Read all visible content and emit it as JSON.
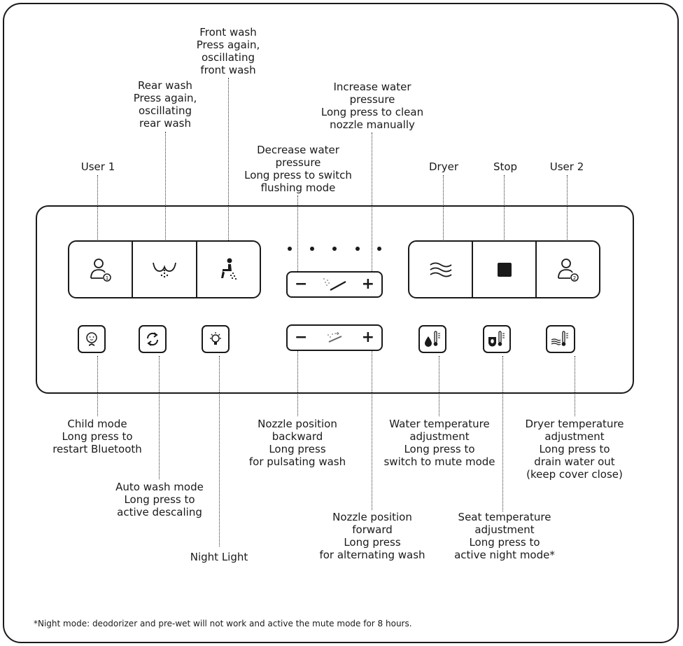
{
  "labels": {
    "user1": "User 1",
    "rear_wash": "Rear wash\nPress again,\noscillating\nrear wash",
    "front_wash": "Front wash\nPress again,\noscillating\nfront wash",
    "decrease_pressure": "Decrease water\npressure\nLong press to switch\nflushing mode",
    "increase_pressure": "Increase water\npressure\nLong press to clean\nnozzle manually",
    "dryer": "Dryer",
    "stop": "Stop",
    "user2": "User 2",
    "child_mode": "Child mode\nLong press to\nrestart Bluetooth",
    "auto_wash": "Auto wash mode\nLong press to\nactive descaling",
    "night_light": "Night Light",
    "nozzle_backward": "Nozzle position\nbackward\nLong press\nfor pulsating wash",
    "nozzle_forward": "Nozzle position\nforward\nLong press\nfor alternating wash",
    "water_temp": "Water temperature\nadjustment\nLong press to\nswitch to mute mode",
    "seat_temp": "Seat temperature\nadjustment\nLong press to\nactive night mode*",
    "dryer_temp": "Dryer temperature\nadjustment\nLong press to\ndrain water out\n(keep cover close)"
  },
  "controls": {
    "minus": "−",
    "plus": "+"
  },
  "icons": {
    "user1": "user-1-icon",
    "rear_wash": "rear-wash-icon",
    "front_wash": "front-wash-icon",
    "dryer": "dryer-waves-icon",
    "stop": "stop-square-icon",
    "user2": "user-2-icon",
    "child": "child-face-icon",
    "auto": "refresh-icon",
    "light": "bulb-icon",
    "water_temp": "water-drop-thermometer-icon",
    "seat_temp": "seat-thermometer-icon",
    "dryer_temp": "wind-thermometer-icon"
  },
  "footnote": "*Night mode: deodorizer and pre-wet will not work and active the mute mode for 8 hours."
}
